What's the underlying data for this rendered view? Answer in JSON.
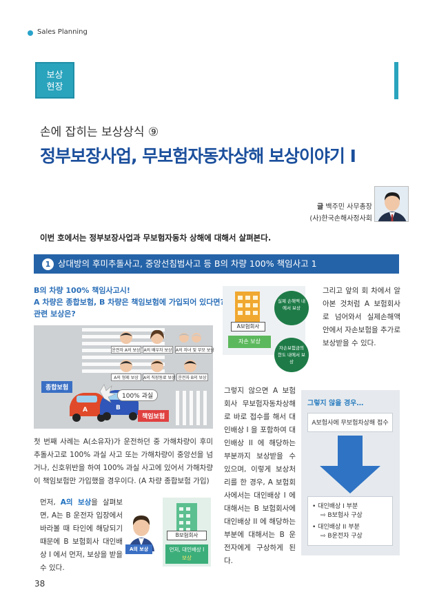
{
  "header": {
    "section_label": "Sales Planning"
  },
  "badge": {
    "line1": "보상",
    "line2": "현장"
  },
  "article": {
    "subtitle": "손에 잡히는 보상상식 ⑨",
    "title": "정부보장사업, 무보험자동차상해 보상이야기 I",
    "author_prefix": "글",
    "author_name": "백주민 사무총장",
    "author_org": "(사)한국손해사정사회",
    "intro": "이번 호에서는 정부보장사업과 무보험자동차 상해에 대해서 살펴본다."
  },
  "section1": {
    "number": "1",
    "heading": "상대방의 후미추돌사고, 중앙선침범사고 등 B의 차량 100% 책임사고 1"
  },
  "question": {
    "line1": "B의 차량 100% 책임사고시!",
    "line2": "A 차량은 종합보험, B 차량은 책임보험에 가입되어 있다면?",
    "line3": "관련 보상은?"
  },
  "illustration": {
    "labels_row1": [
      "운전자 A의 보상",
      "A의 배우자 보상",
      "A의 자녀 및 부모 보상"
    ],
    "labels_row2": [
      "A의 형제 보상",
      "A의 직장동료 보상",
      "운전자 B의 보상"
    ],
    "tag_comprehensive": "종합보험",
    "tag_liability": "책임보험",
    "fault_label": "100% 과실",
    "car_a": "A",
    "car_b": "B"
  },
  "para1": "첫 번째 사례는 A(소유자)가 운전하던 중 가해차량이 후미추돌사고로 100% 과실 사고 또는 가해차량이 중앙선을 넘거나, 신호위반을 하여 100% 과실 사고에 있어서 가해차량이 책임보험만 가입했을 경우이다. (A 차량 종합보험 가입)",
  "para2": {
    "pre": "먼저, ",
    "hl": "A의 보상",
    "post": "을 살펴보면, A는 B 운전자 입장에서 바라볼 때 타인에 해당되기 때문에 B 보험회사 대인배상 I 에서 먼저, 보상을 받을 수 있다."
  },
  "small_illust": {
    "person_label": "A의 보상",
    "company": "B보험회사",
    "note_line1": "먼저, 대인배상 I",
    "note_line2": "보상"
  },
  "top_illust": {
    "company": "A보험회사",
    "coverage": "자손 보상",
    "bubble1": "실제 손해액 내에서 보상",
    "bubble2": "자손보험금의 한도 내에서 보상"
  },
  "para3": "그리고 앞의 회 차에서 알아본 것처럼 A 보험회사로 넘어와서 실제손해액 안에서 자손보험을 추가로 보상받을 수 있다.",
  "para4": "그렇지 않으면 A 보험회사 무보험자동차상해로 바로 접수를 해서 대인배상 I 을 포함하여 대인배상 II 에 해당하는 부분까지 보상받을 수 있으며, 이렇게 보상처리를 한 경우, A 보험회사에서는 대인배상 I 에 대해서는 B 보험회사에 대인배상 II 에 해당하는 부분에 대해서는 B 운전자에게 구상하게 된다.",
  "flow": {
    "title": "그렇지 않을 경우…",
    "step1": "A보험사에 무보험차상해 접수",
    "item1": "• 대인배상 I  부분",
    "item1_sub": "⇨ B보험사 구상",
    "item2": "• 대인배상 II  부분",
    "item2_sub": "⇨ B운전자 구상"
  },
  "page_number": "38",
  "colors": {
    "accent": "#2aa3bd",
    "title_blue": "#1b4f9c",
    "section_bar": "#2563a8",
    "arrow_blue": "#2f73c4"
  }
}
